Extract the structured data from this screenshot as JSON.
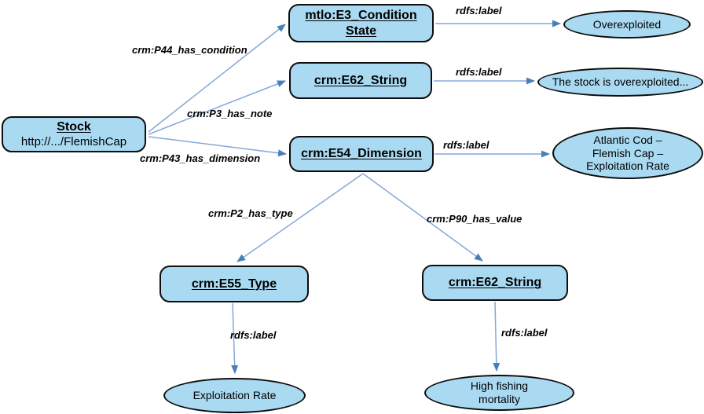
{
  "diagram": {
    "colors": {
      "node_fill": "#A9DAF2",
      "node_border": "#0d0d0d",
      "arrow_line": "#85A8D8",
      "arrow_head": "#4A7EBB",
      "background": "#FFFFFF"
    },
    "nodes": {
      "stock": {
        "title": "Stock",
        "uri": "http://.../FlemishCap"
      },
      "condition_state": {
        "label": "mtlo:E3_Condition\nState"
      },
      "note_string": {
        "label": "crm:E62_String"
      },
      "dimension": {
        "label": "crm:E54_Dimension"
      },
      "type": {
        "label": "crm:E55_Type"
      },
      "value_string": {
        "label": "crm:E62_String"
      },
      "overexploited": {
        "label": "Overexploited"
      },
      "note_text": {
        "label": "The stock is overexploited..."
      },
      "dimension_name": {
        "label": "Atlantic Cod –\nFlemish Cap –\nExploitation Rate"
      },
      "exploitation_rate": {
        "label": "Exploitation Rate"
      },
      "high_fishing_mortality": {
        "label": "High fishing\nmortality"
      }
    },
    "edge_labels": {
      "has_condition": "crm:P44_has_condition",
      "has_note": "crm:P3_has_note",
      "has_dimension": "crm:P43_has_dimension",
      "rdfs_label_condition": "rdfs:label",
      "rdfs_label_note": "rdfs:label",
      "rdfs_label_dimension": "rdfs:label",
      "has_type": "crm:P2_has_type",
      "has_value": "crm:P90_has_value",
      "rdfs_label_type": "rdfs:label",
      "rdfs_label_value": "rdfs:label"
    }
  }
}
